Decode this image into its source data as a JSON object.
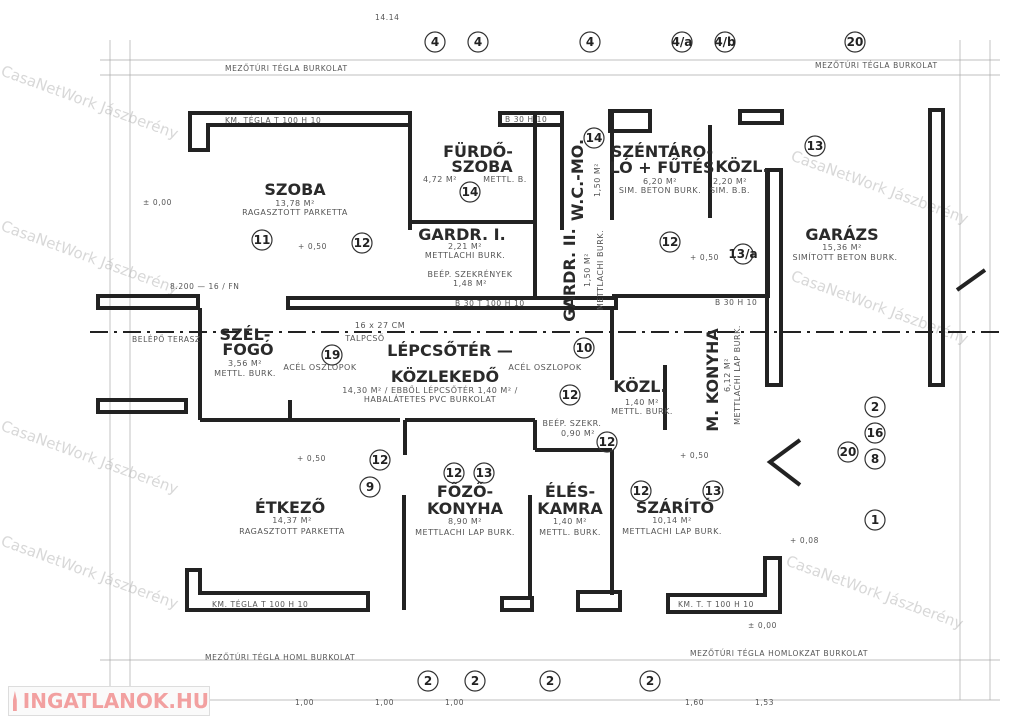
{
  "title_top": "14.14",
  "watermark": "CasaNetWork Jászberény",
  "logo": "INGATLANOK.HU",
  "rooms": {
    "szoba": {
      "name": "SZOBA",
      "area": "13,78 M²",
      "finish": "RAGASZTOTT PARKETTA"
    },
    "furdo": {
      "name1": "FÜRDŐ-",
      "name2": "SZOBA",
      "area": "4,72 M²",
      "finish": "METTL. B."
    },
    "wc": {
      "name": "W.C.-MO.",
      "area": "1,50 M²"
    },
    "gardr1": {
      "name": "GARDR. I.",
      "area": "2,21 M²",
      "finish": "METTLACHI BURK."
    },
    "beep1": {
      "name": "BEÉP. SZEKRÉNYEK",
      "area": "1,48 M²"
    },
    "gardr2": {
      "name": "GARDR. II.",
      "area": "1,50 M²",
      "finish": "METTLACHI BURK."
    },
    "szentarolo": {
      "name1": "SZÉNTÁRO-",
      "name2": "LÓ + FŰTÉS",
      "area": "6,20 M²",
      "finish": "SIM. BETON BURK."
    },
    "kozl1": {
      "name": "KÖZL.",
      "area": "2,20 M²",
      "finish": "SIM. B.B."
    },
    "garazs": {
      "name": "GARÁZS",
      "area": "15,36 M²",
      "finish": "SIMÍTOTT BETON BURK."
    },
    "szelfogo": {
      "name1": "SZÉL-",
      "name2": "FOGÓ",
      "area": "3,56 M²",
      "finish": "METTL. BURK."
    },
    "lepcso": {
      "name1": "LÉPCSŐTÉR —",
      "name2": "KÖZLEKEDŐ",
      "area": "14,30 M² / EBBŐL LÉPCSŐTÉR 1,40 M² /",
      "finish": "HABALÁTETES PVC BURKOLAT",
      "stair": "16 x 27 CM",
      "talp": "TALPCSŐ",
      "oszlop": "ACÉL OSZLOPOK"
    },
    "kozl2": {
      "name": "KÖZL.",
      "area": "1,40 M²",
      "finish": "METTL. BURK."
    },
    "mkonyha": {
      "name": "M. KONYHA",
      "area": "6,12 M²",
      "finish": "METTLACHI LAP BURK."
    },
    "beep2": {
      "name": "BEÉP. SZEKR.",
      "area": "0,90 M²"
    },
    "etkezo": {
      "name": "ÉTKEZŐ",
      "area": "14,37 M²",
      "finish": "RAGASZTOTT PARKETTA"
    },
    "fozo": {
      "name1": "FŐZŐ-",
      "name2": "KONYHA",
      "area": "8,90 M²",
      "finish": "METTLACHI LAP BURK."
    },
    "eles": {
      "name1": "ÉLÉS-",
      "name2": "KAMRA",
      "area": "1,40 M²",
      "finish": "METTL. BURK."
    },
    "szarito": {
      "name": "SZÁRÍTÓ",
      "area": "10,14 M²",
      "finish": "METTLACHI LAP BURK."
    }
  },
  "notes": {
    "top_left": "MEZŐTÚRI TÉGLA BURKOLAT",
    "top_right": "MEZŐTÚRI TÉGLA BURKOLAT",
    "bottom_left": "MEZŐTÚRI TÉGLA HOML BURKOLAT",
    "bottom_right": "MEZŐTÚRI TÉGLA HOMLOKZAT BURKOLAT",
    "km1": "KM. TÉGLA   T 100   H 10",
    "km2": "KM. TÉGLA   T 100   H 10",
    "km3": "KM. T.   T 100   H 10",
    "b30a": "B 30   H 10",
    "b30b": "B 30   T 100   H 10",
    "b30c": "B 30   H 10",
    "lvl1": "± 0,00",
    "lvl2": "+ 0,50",
    "lvl3": "+ 0,50",
    "lvl4": "+ 0,50",
    "lvl5": "+ 0,50",
    "lvl6": "± 0,00",
    "lvl7": "+ 0,08",
    "bej": "BELÉPŐ TERASZ",
    "sign": "8.200 — 16 / FN"
  },
  "circles_top": [
    "4",
    "4",
    "4",
    "4/a",
    "4/b",
    "20"
  ],
  "circles_bottom": [
    "2",
    "2",
    "2",
    "2"
  ],
  "circles_right": [
    "13",
    "2",
    "16",
    "8",
    "20",
    "1"
  ],
  "circles_rooms": [
    "11",
    "12",
    "14",
    "14",
    "12",
    "13/a",
    "19",
    "10",
    "12",
    "9",
    "12",
    "13",
    "12",
    "13",
    "12",
    "12"
  ],
  "dims_bottom": [
    "1,00",
    "1,00",
    "1,00",
    "1,60",
    "1,53"
  ]
}
